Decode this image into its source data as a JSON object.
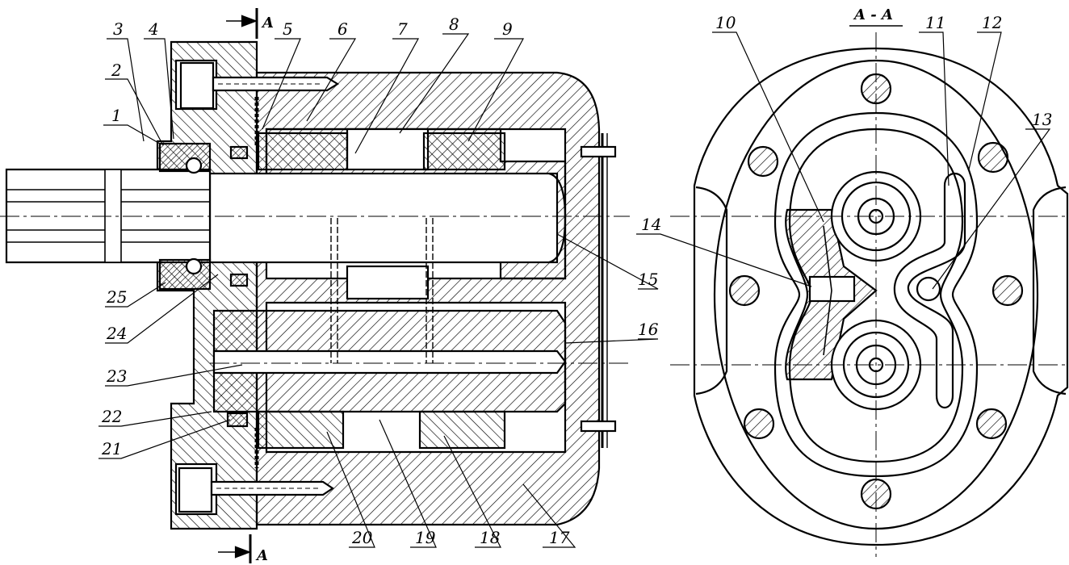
{
  "section_mark": "A",
  "section_title": "A - A",
  "callouts": [
    {
      "id": "1",
      "label": "1"
    },
    {
      "id": "2",
      "label": "2"
    },
    {
      "id": "3",
      "label": "3"
    },
    {
      "id": "4",
      "label": "4"
    },
    {
      "id": "5",
      "label": "5"
    },
    {
      "id": "6",
      "label": "6"
    },
    {
      "id": "7",
      "label": "7"
    },
    {
      "id": "8",
      "label": "8"
    },
    {
      "id": "9",
      "label": "9"
    },
    {
      "id": "10",
      "label": "10"
    },
    {
      "id": "11",
      "label": "11"
    },
    {
      "id": "12",
      "label": "12"
    },
    {
      "id": "13",
      "label": "13"
    },
    {
      "id": "14",
      "label": "14"
    },
    {
      "id": "15",
      "label": "15"
    },
    {
      "id": "16",
      "label": "16"
    },
    {
      "id": "17",
      "label": "17"
    },
    {
      "id": "18",
      "label": "18"
    },
    {
      "id": "19",
      "label": "19"
    },
    {
      "id": "20",
      "label": "20"
    },
    {
      "id": "21",
      "label": "21"
    },
    {
      "id": "22",
      "label": "22"
    },
    {
      "id": "23",
      "label": "23"
    },
    {
      "id": "24",
      "label": "24"
    },
    {
      "id": "25",
      "label": "25"
    }
  ]
}
